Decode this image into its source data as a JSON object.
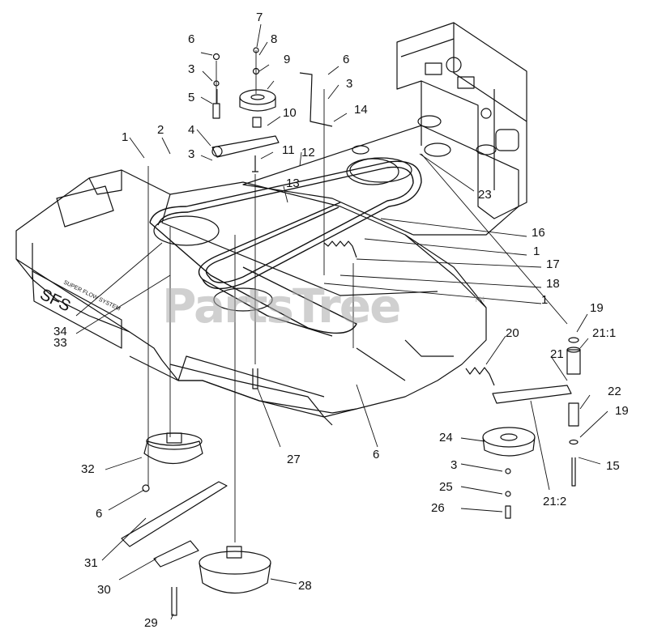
{
  "watermark": {
    "text": "PartsTree",
    "trademark": "TM"
  },
  "deck_labels": {
    "decal_text": "SFS",
    "decal_subtext": "SUPER FLOW SYSTEM"
  },
  "callouts": [
    {
      "id": "c-7",
      "text": "7"
    },
    {
      "id": "c-6a",
      "text": "6"
    },
    {
      "id": "c-8",
      "text": "8"
    },
    {
      "id": "c-9",
      "text": "9"
    },
    {
      "id": "c-6b",
      "text": "6"
    },
    {
      "id": "c-3a",
      "text": "3"
    },
    {
      "id": "c-3b",
      "text": "3"
    },
    {
      "id": "c-14",
      "text": "14"
    },
    {
      "id": "c-10",
      "text": "10"
    },
    {
      "id": "c-5",
      "text": "5"
    },
    {
      "id": "c-1a",
      "text": "1"
    },
    {
      "id": "c-2",
      "text": "2"
    },
    {
      "id": "c-4",
      "text": "4"
    },
    {
      "id": "c-11",
      "text": "11"
    },
    {
      "id": "c-12",
      "text": "12"
    },
    {
      "id": "c-3c",
      "text": "3"
    },
    {
      "id": "c-13",
      "text": "13"
    },
    {
      "id": "c-23",
      "text": "23"
    },
    {
      "id": "c-16",
      "text": "16"
    },
    {
      "id": "c-1b",
      "text": "1"
    },
    {
      "id": "c-17",
      "text": "17"
    },
    {
      "id": "c-18",
      "text": "18"
    },
    {
      "id": "c-1c",
      "text": "1"
    },
    {
      "id": "c-19a",
      "text": "19"
    },
    {
      "id": "c-21-1",
      "text": "21:1"
    },
    {
      "id": "c-34",
      "text": "34"
    },
    {
      "id": "c-33",
      "text": "33"
    },
    {
      "id": "c-20",
      "text": "20"
    },
    {
      "id": "c-21",
      "text": "21"
    },
    {
      "id": "c-22",
      "text": "22"
    },
    {
      "id": "c-19b",
      "text": "19"
    },
    {
      "id": "c-24",
      "text": "24"
    },
    {
      "id": "c-6c",
      "text": "6"
    },
    {
      "id": "c-27",
      "text": "27"
    },
    {
      "id": "c-15",
      "text": "15"
    },
    {
      "id": "c-32",
      "text": "32"
    },
    {
      "id": "c-3d",
      "text": "3"
    },
    {
      "id": "c-25",
      "text": "25"
    },
    {
      "id": "c-21-2",
      "text": "21:2"
    },
    {
      "id": "c-6d",
      "text": "6"
    },
    {
      "id": "c-26",
      "text": "26"
    },
    {
      "id": "c-31",
      "text": "31"
    },
    {
      "id": "c-28",
      "text": "28"
    },
    {
      "id": "c-30",
      "text": "30"
    },
    {
      "id": "c-29",
      "text": "29"
    }
  ]
}
